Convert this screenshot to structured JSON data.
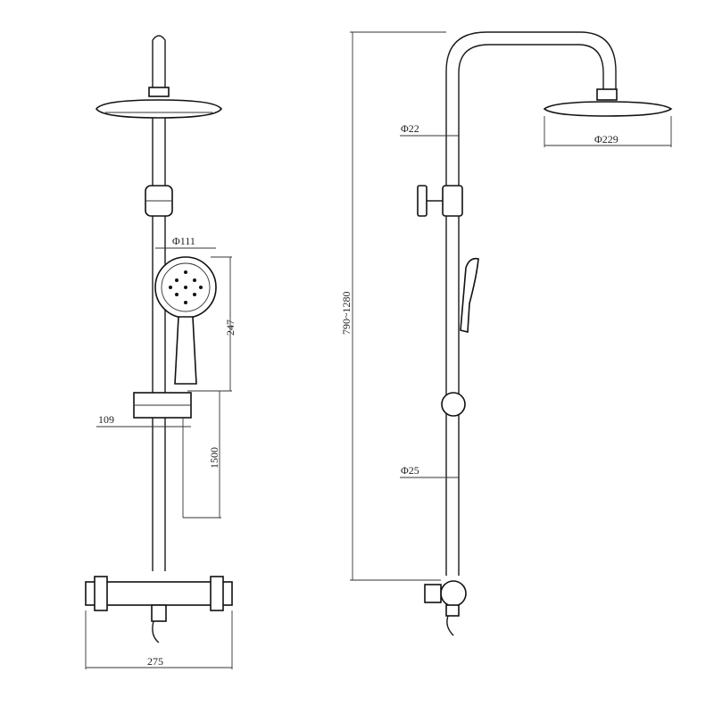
{
  "drawing": {
    "front_view": {
      "handshower_diameter": "Φ111",
      "handshower_length": "247",
      "holder_offset": "109",
      "slide_length": "1500",
      "mixer_width": "275"
    },
    "side_view": {
      "upper_pipe_diameter": "Φ22",
      "head_diameter": "Φ229",
      "height_range": "790~1280",
      "lower_pipe_diameter": "Φ25"
    }
  }
}
